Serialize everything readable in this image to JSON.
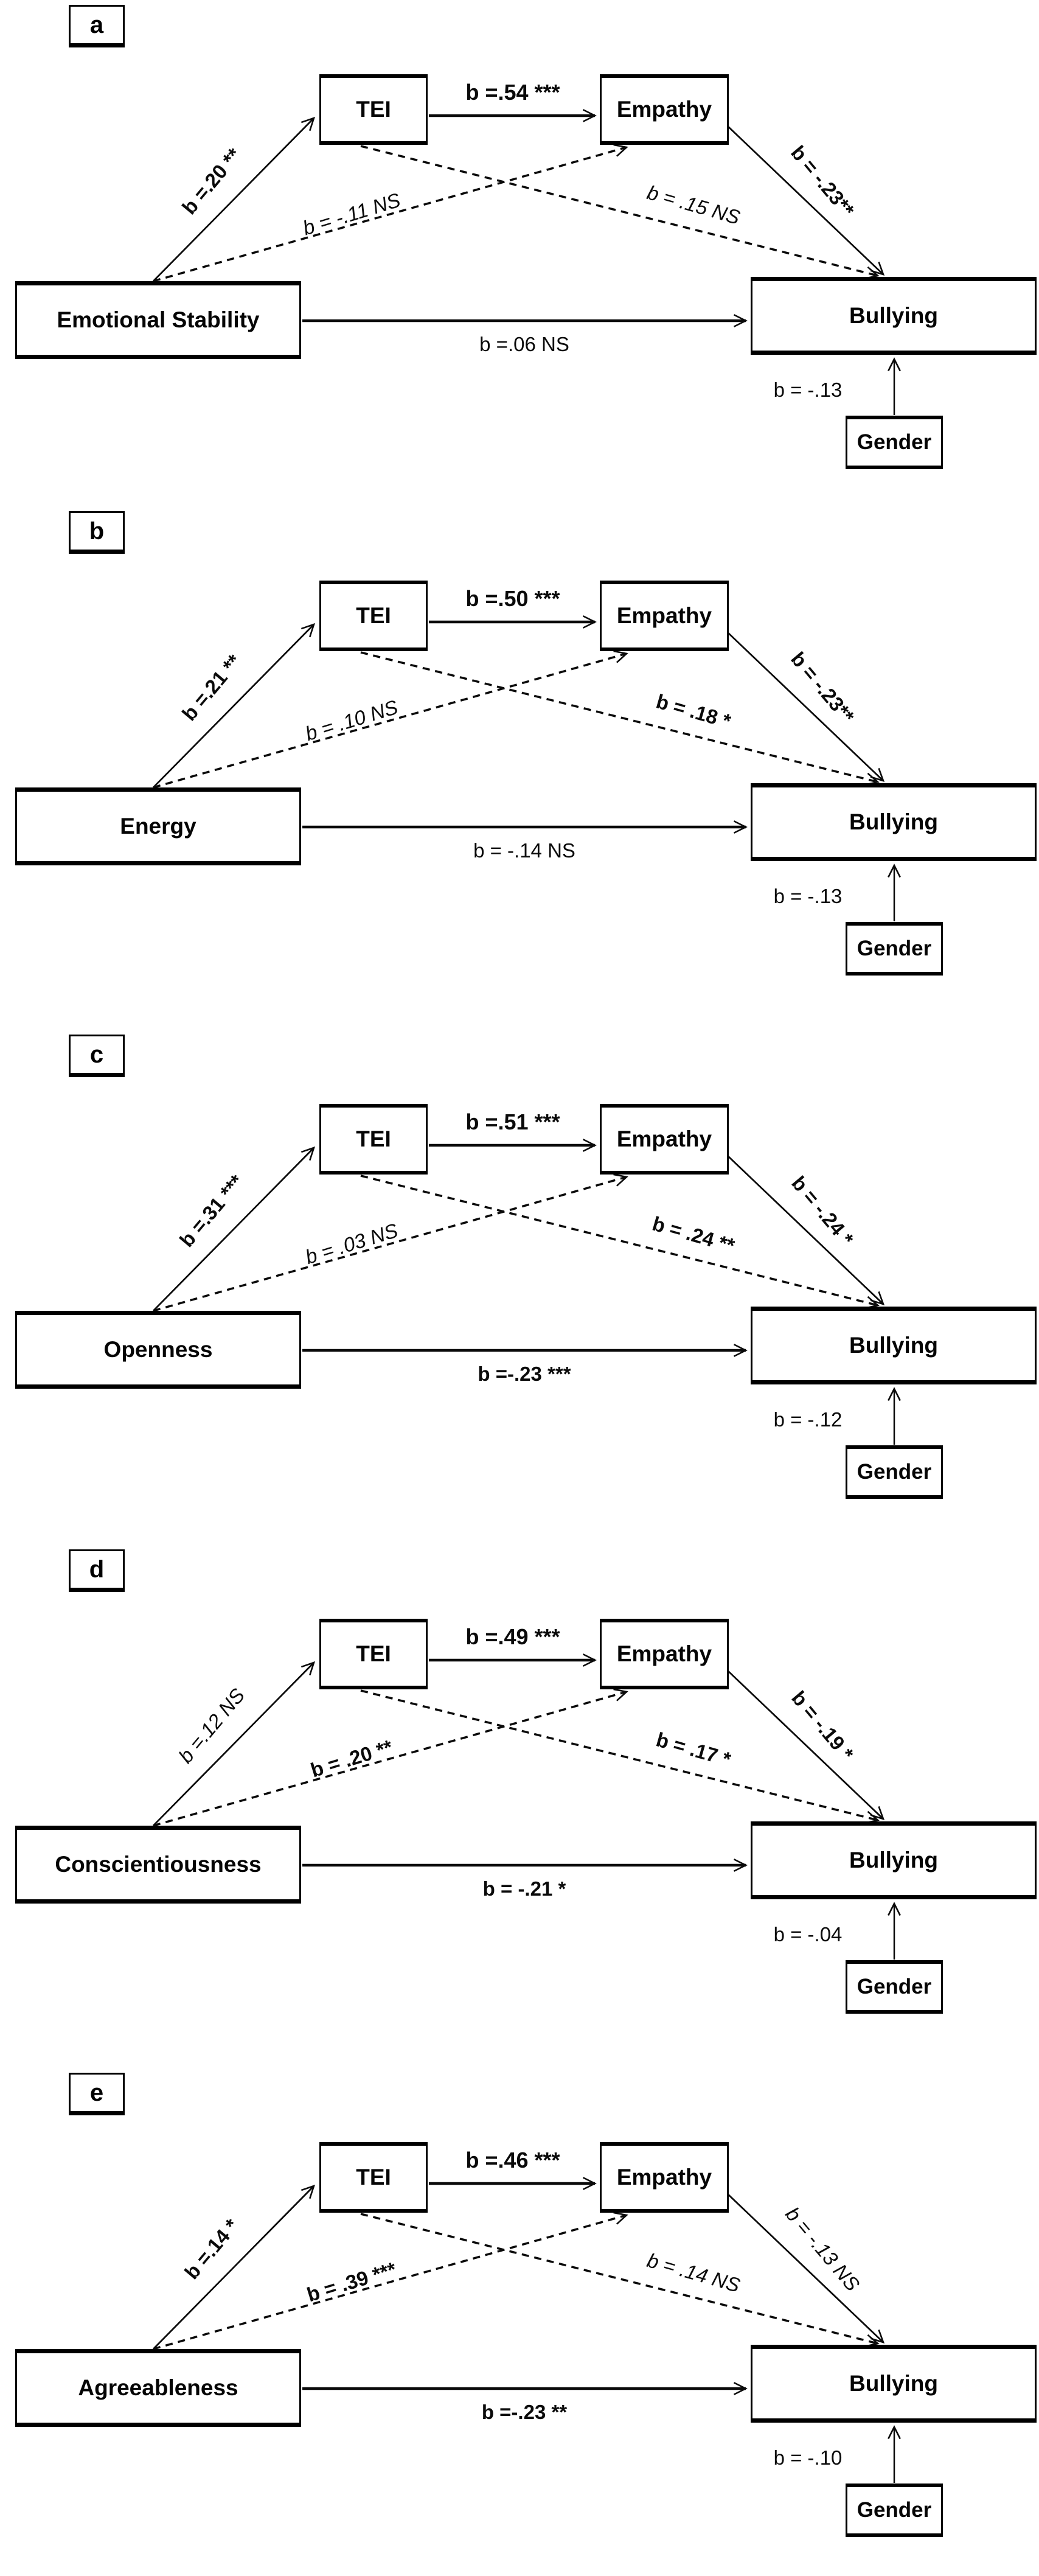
{
  "figure": {
    "type": "mediation-path-diagram",
    "panels": [
      {
        "panel_label": "a",
        "nodes": {
          "predictor": "Emotional Stability",
          "mediator1": "TEI",
          "mediator2": "Empathy",
          "outcome": "Bullying",
          "covariate": "Gender"
        },
        "paths": {
          "predictor_to_tei": {
            "label": "b =.20 **",
            "line": "solid",
            "emphasis": "bold"
          },
          "tei_to_empathy": {
            "label": "b =.54 ***",
            "line": "solid",
            "emphasis": "bold"
          },
          "empathy_to_bullying": {
            "label": "b = -.23**",
            "line": "solid",
            "emphasis": "bold"
          },
          "predictor_to_empathy": {
            "label": "b = -.11 NS",
            "line": "dashed",
            "emphasis": "italic"
          },
          "tei_to_bullying": {
            "label": "b = .15 NS",
            "line": "dashed",
            "emphasis": "italic"
          },
          "predictor_to_bullying": {
            "label": "b =.06 NS",
            "line": "solid",
            "emphasis": "plain"
          },
          "gender_to_bullying": {
            "label": "b = -.13",
            "line": "solid",
            "emphasis": "plain"
          }
        }
      },
      {
        "panel_label": "b",
        "nodes": {
          "predictor": "Energy",
          "mediator1": "TEI",
          "mediator2": "Empathy",
          "outcome": "Bullying",
          "covariate": "Gender"
        },
        "paths": {
          "predictor_to_tei": {
            "label": "b =.21 **",
            "line": "solid",
            "emphasis": "bold"
          },
          "tei_to_empathy": {
            "label": "b =.50 ***",
            "line": "solid",
            "emphasis": "bold"
          },
          "empathy_to_bullying": {
            "label": "b = -.23**",
            "line": "solid",
            "emphasis": "bold"
          },
          "predictor_to_empathy": {
            "label": "b = .10 NS",
            "line": "dashed",
            "emphasis": "italic"
          },
          "tei_to_bullying": {
            "label": "b = .18 *",
            "line": "dashed",
            "emphasis": "bold"
          },
          "predictor_to_bullying": {
            "label": "b = -.14 NS",
            "line": "solid",
            "emphasis": "plain"
          },
          "gender_to_bullying": {
            "label": "b = -.13",
            "line": "solid",
            "emphasis": "plain"
          }
        }
      },
      {
        "panel_label": "c",
        "nodes": {
          "predictor": "Openness",
          "mediator1": "TEI",
          "mediator2": "Empathy",
          "outcome": "Bullying",
          "covariate": "Gender"
        },
        "paths": {
          "predictor_to_tei": {
            "label": "b =.31 ***",
            "line": "solid",
            "emphasis": "bold"
          },
          "tei_to_empathy": {
            "label": "b =.51 ***",
            "line": "solid",
            "emphasis": "bold"
          },
          "empathy_to_bullying": {
            "label": "b = -.24 *",
            "line": "solid",
            "emphasis": "bold"
          },
          "predictor_to_empathy": {
            "label": "b = .03 NS",
            "line": "dashed",
            "emphasis": "italic"
          },
          "tei_to_bullying": {
            "label": "b = .24 **",
            "line": "dashed",
            "emphasis": "bold"
          },
          "predictor_to_bullying": {
            "label": "b =-.23 ***",
            "line": "solid",
            "emphasis": "bold"
          },
          "gender_to_bullying": {
            "label": "b = -.12",
            "line": "solid",
            "emphasis": "plain"
          }
        }
      },
      {
        "panel_label": "d",
        "nodes": {
          "predictor": "Conscientiousness",
          "mediator1": "TEI",
          "mediator2": "Empathy",
          "outcome": "Bullying",
          "covariate": "Gender"
        },
        "paths": {
          "predictor_to_tei": {
            "label": "b =.12 NS",
            "line": "solid",
            "emphasis": "italic"
          },
          "tei_to_empathy": {
            "label": "b =.49 ***",
            "line": "solid",
            "emphasis": "bold"
          },
          "empathy_to_bullying": {
            "label": "b = -.19 *",
            "line": "solid",
            "emphasis": "bold"
          },
          "predictor_to_empathy": {
            "label": "b = .20 **",
            "line": "dashed",
            "emphasis": "bold"
          },
          "tei_to_bullying": {
            "label": "b = .17 *",
            "line": "dashed",
            "emphasis": "bold"
          },
          "predictor_to_bullying": {
            "label": "b = -.21 *",
            "line": "solid",
            "emphasis": "bold"
          },
          "gender_to_bullying": {
            "label": "b = -.04",
            "line": "solid",
            "emphasis": "plain"
          }
        }
      },
      {
        "panel_label": "e",
        "nodes": {
          "predictor": "Agreeableness",
          "mediator1": "TEI",
          "mediator2": "Empathy",
          "outcome": "Bullying",
          "covariate": "Gender"
        },
        "paths": {
          "predictor_to_tei": {
            "label": "b =.14 *",
            "line": "solid",
            "emphasis": "bold"
          },
          "tei_to_empathy": {
            "label": "b =.46 ***",
            "line": "solid",
            "emphasis": "bold"
          },
          "empathy_to_bullying": {
            "label": "b = -.13 NS",
            "line": "solid",
            "emphasis": "italic"
          },
          "predictor_to_empathy": {
            "label": "b = .39 ***",
            "line": "dashed",
            "emphasis": "bold"
          },
          "tei_to_bullying": {
            "label": "b = .14 NS",
            "line": "dashed",
            "emphasis": "italic"
          },
          "predictor_to_bullying": {
            "label": "b =-.23 **",
            "line": "solid",
            "emphasis": "bold"
          },
          "gender_to_bullying": {
            "label": "b = -.10",
            "line": "solid",
            "emphasis": "plain"
          }
        }
      }
    ]
  }
}
